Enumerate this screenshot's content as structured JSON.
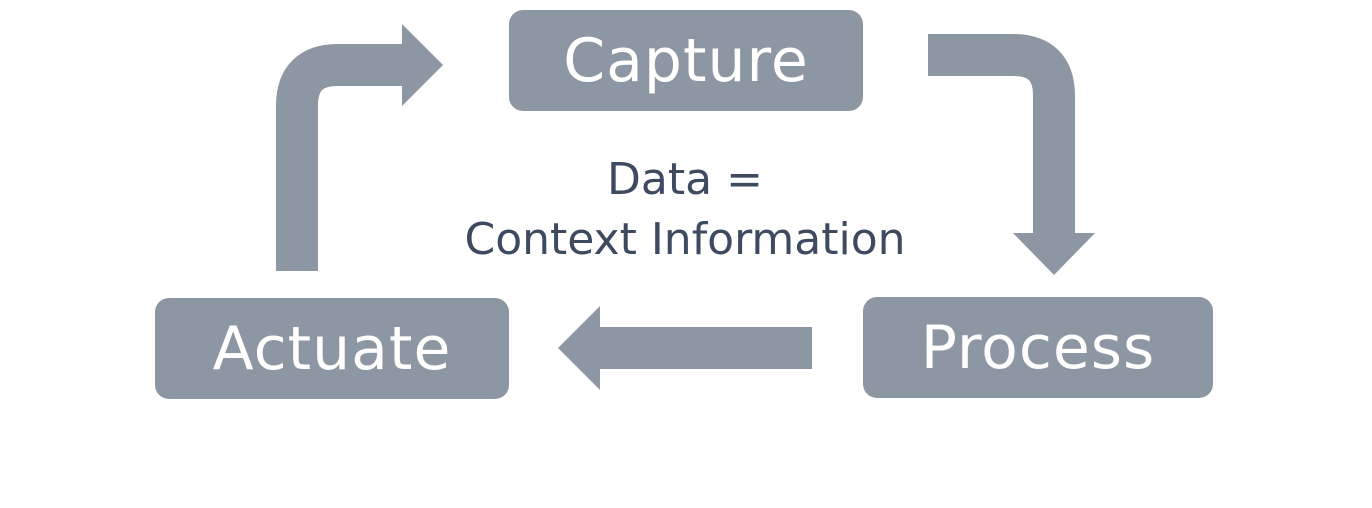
{
  "diagram": {
    "nodes": {
      "capture": "Capture",
      "process": "Process",
      "actuate": "Actuate"
    },
    "center": {
      "line1": "Data =",
      "line2": "Context Information"
    },
    "colors": {
      "node_fill": "#8d96a3",
      "node_text": "#ffffff",
      "center_text": "#3d4a5f",
      "arrow": "#8d96a3"
    },
    "edges": [
      {
        "from": "capture",
        "to": "process"
      },
      {
        "from": "process",
        "to": "actuate"
      },
      {
        "from": "actuate",
        "to": "capture"
      }
    ]
  }
}
